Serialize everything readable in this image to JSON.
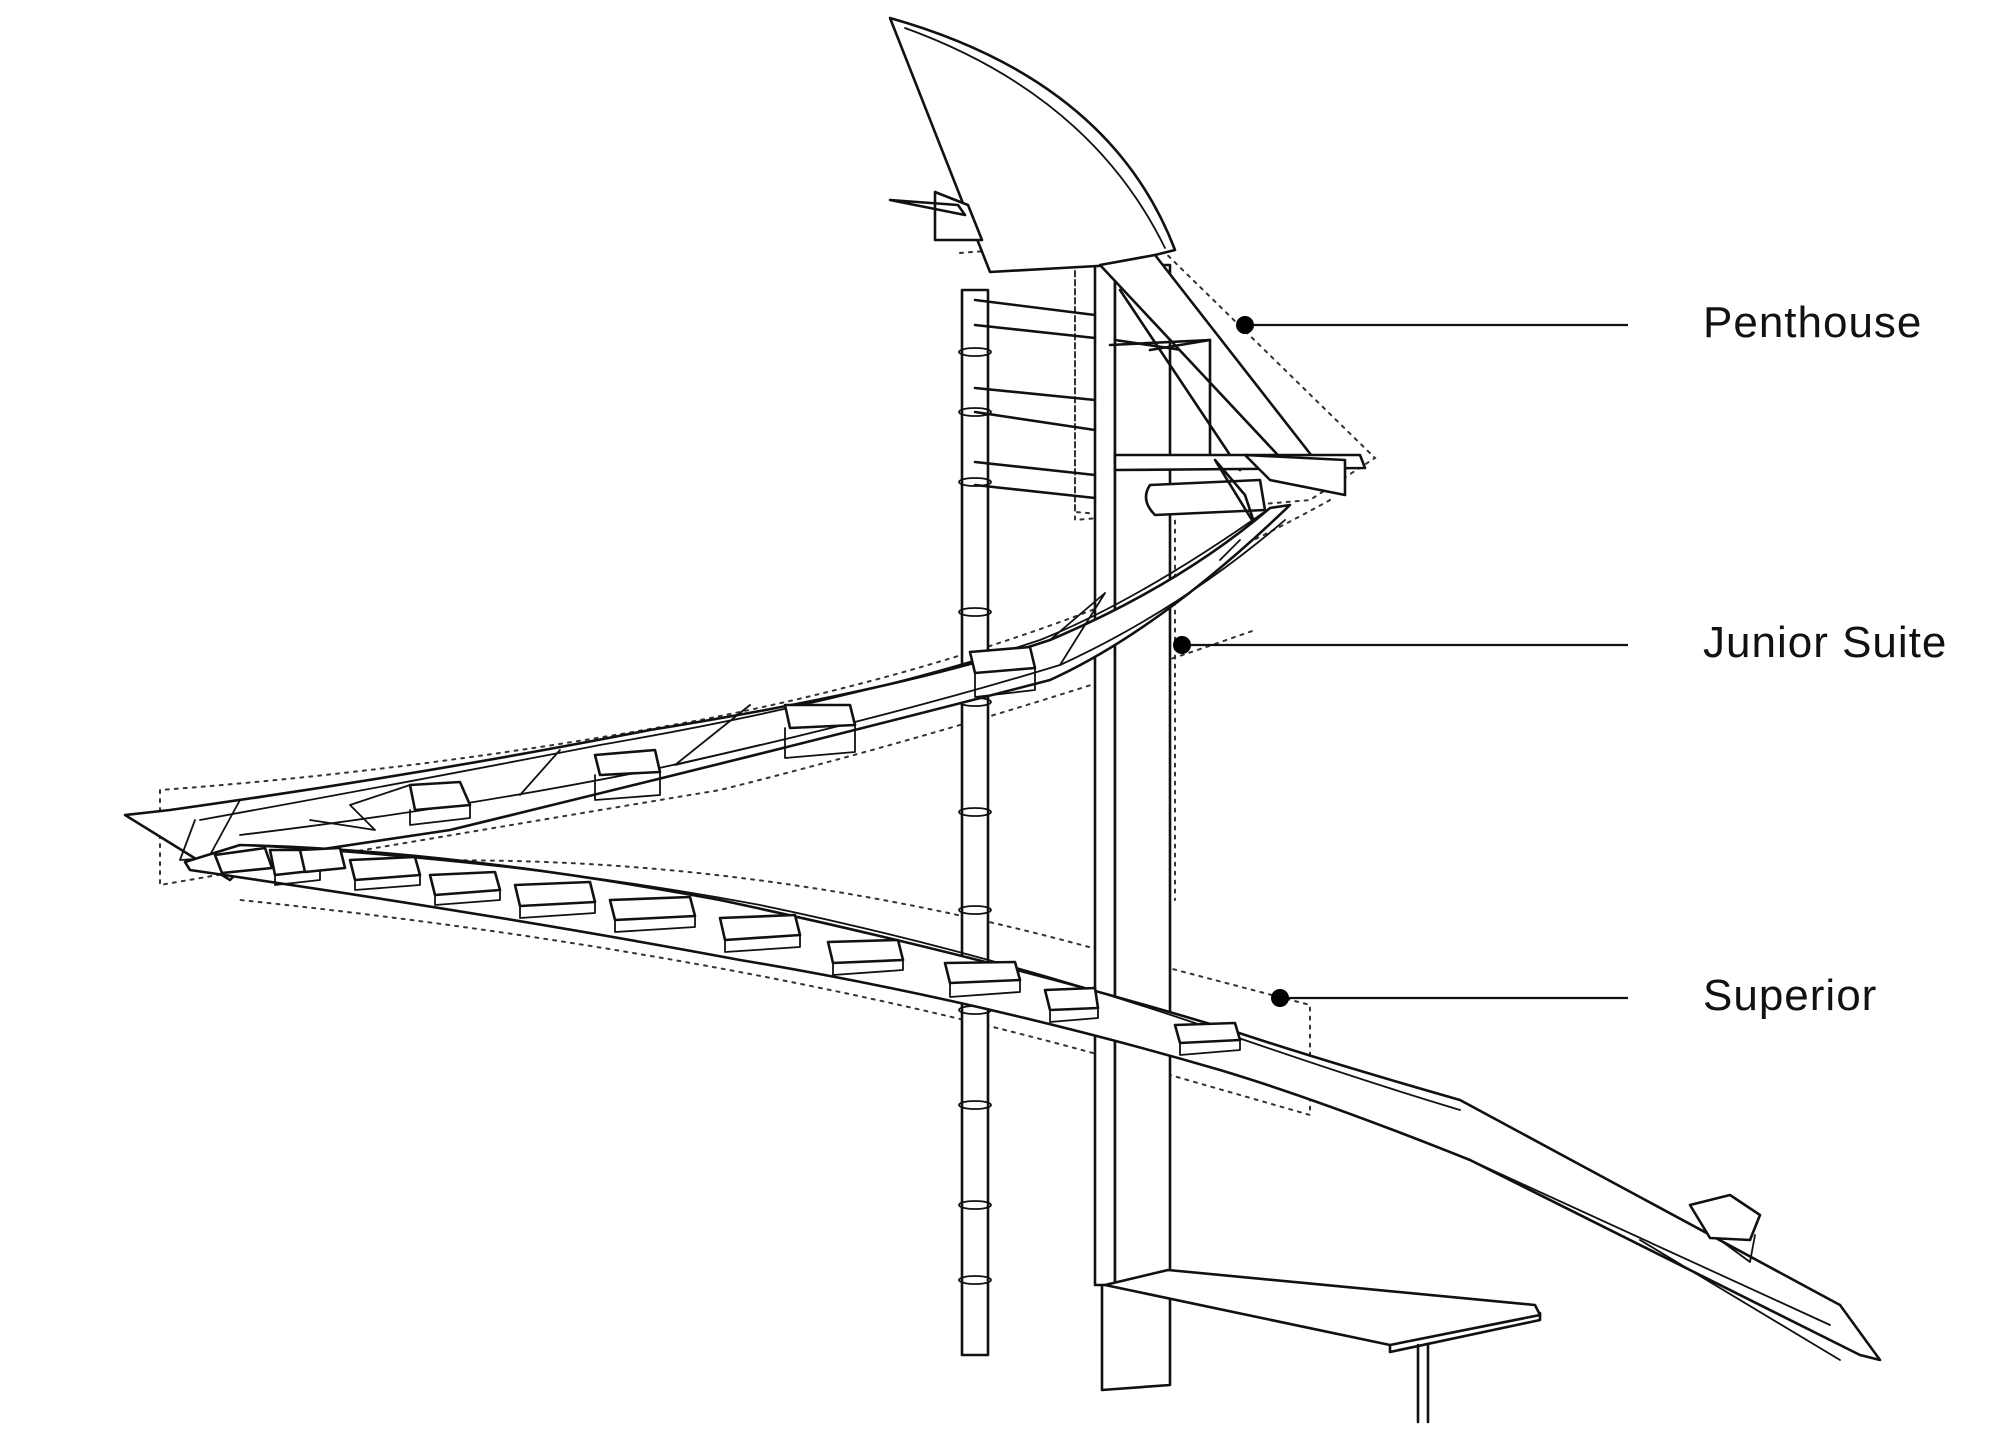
{
  "labels": {
    "penthouse": "Penthouse",
    "junior_suite": "Junior Suite",
    "superior": "Superior"
  },
  "colors": {
    "line": "#111111",
    "background": "#ffffff"
  }
}
